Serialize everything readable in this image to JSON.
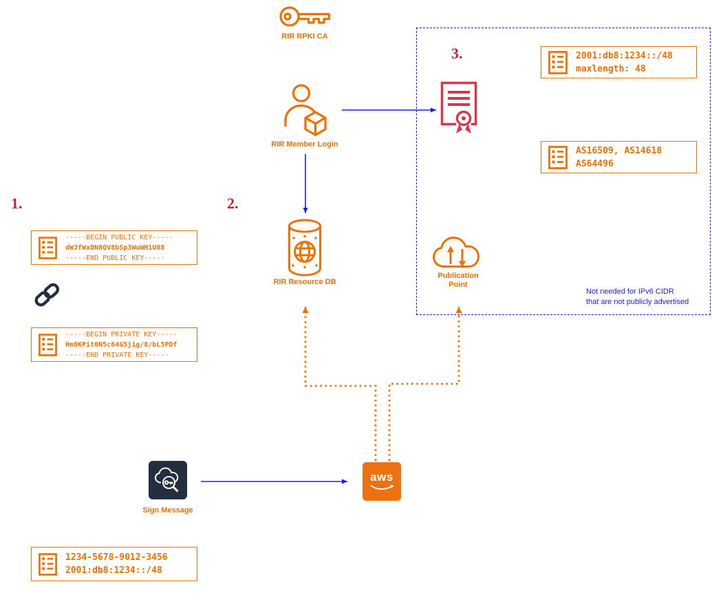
{
  "colors": {
    "orange": "#ED7100",
    "crimson": "#DD344C",
    "blue": "#1B1BEF",
    "red": "#CB2030",
    "dark": "#232F3E",
    "awsbox": "#EC7211"
  },
  "steps": {
    "one": "1.",
    "two": "2.",
    "three": "3."
  },
  "nodes": {
    "rpki_ca": {
      "label": "RIR RPKI CA"
    },
    "member_login": {
      "label": "RIR Member Login"
    },
    "resource_db": {
      "label": "RIR Resource DB"
    },
    "publication_point": {
      "line1": "Publication",
      "line2": "Point"
    },
    "sign_message": {
      "label": "Sign Message"
    },
    "aws": {
      "wordmark": "aws"
    }
  },
  "cards": {
    "roa_prefix": {
      "lines": [
        "2001:db8:1234::/48",
        "maxlength: 48"
      ]
    },
    "roa_origins": {
      "lines": [
        "AS16509, AS14618",
        "AS64496"
      ]
    },
    "public_key": {
      "lines": [
        "-----BEGIN PUBLIC KEY-----",
        "dWJfWxDN8QV8bSp3WuWH1U88",
        "-----END PUBLIC KEY-----"
      ]
    },
    "private_key": {
      "lines": [
        "-----BEGIN PRIVATE KEY-----",
        "Hm8KPit0N5c64G5jig/8/bL5PDf",
        "-----END PRIVATE KEY-----"
      ]
    },
    "account_resources": {
      "lines": [
        "1234-5678-9012-3456",
        "2001:db8:1234::/48"
      ]
    }
  },
  "note": {
    "lines": [
      "Not needed for IPv6 CIDR",
      "that are not publicly advertised"
    ]
  },
  "icons": {
    "rpki_ca": "key-icon",
    "member_login": "person-with-cube-icon",
    "certificate": "certificate-icon",
    "list": "list-icon",
    "chain": "chain-link-icon",
    "resource_db": "database-globe-icon",
    "publication_point": "cloud-up-down-icon",
    "sign_message": "cloud-search-key-icon",
    "aws": "aws-smile-icon"
  }
}
